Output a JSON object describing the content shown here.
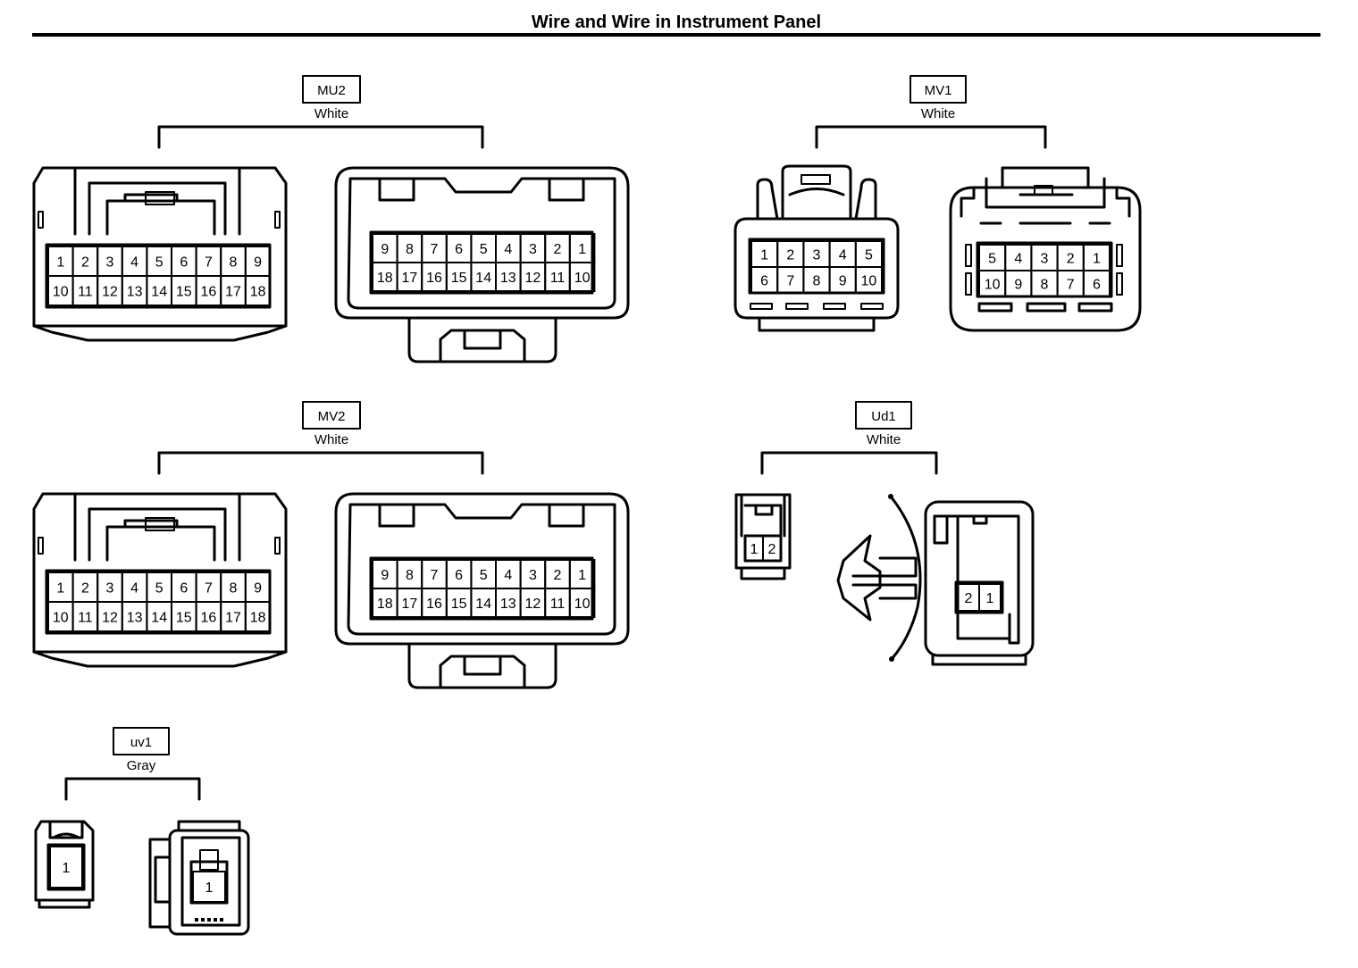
{
  "title": "Wire and Wire in Instrument Panel",
  "connectors": {
    "mu2": {
      "code": "MU2",
      "color": "White",
      "female_rows": [
        [
          "1",
          "2",
          "3",
          "4",
          "5",
          "6",
          "7",
          "8",
          "9"
        ],
        [
          "10",
          "11",
          "12",
          "13",
          "14",
          "15",
          "16",
          "17",
          "18"
        ]
      ],
      "male_rows": [
        [
          "9",
          "8",
          "7",
          "6",
          "5",
          "4",
          "3",
          "2",
          "1"
        ],
        [
          "18",
          "17",
          "16",
          "15",
          "14",
          "13",
          "12",
          "11",
          "10"
        ]
      ]
    },
    "mv1": {
      "code": "MV1",
      "color": "White",
      "female_rows": [
        [
          "1",
          "2",
          "3",
          "4",
          "5"
        ],
        [
          "6",
          "7",
          "8",
          "9",
          "10"
        ]
      ],
      "male_rows": [
        [
          "5",
          "4",
          "3",
          "2",
          "1"
        ],
        [
          "10",
          "9",
          "8",
          "7",
          "6"
        ]
      ]
    },
    "mv2": {
      "code": "MV2",
      "color": "White",
      "female_rows": [
        [
          "1",
          "2",
          "3",
          "4",
          "5",
          "6",
          "7",
          "8",
          "9"
        ],
        [
          "10",
          "11",
          "12",
          "13",
          "14",
          "15",
          "16",
          "17",
          "18"
        ]
      ],
      "male_rows": [
        [
          "9",
          "8",
          "7",
          "6",
          "5",
          "4",
          "3",
          "2",
          "1"
        ],
        [
          "18",
          "17",
          "16",
          "15",
          "14",
          "13",
          "12",
          "11",
          "10"
        ]
      ]
    },
    "ud1": {
      "code": "Ud1",
      "color": "White",
      "female_rows": [
        [
          "1",
          "2"
        ]
      ],
      "male_rows": [
        [
          "2",
          "1"
        ]
      ]
    },
    "uv1": {
      "code": "uv1",
      "color": "Gray",
      "female_rows": [
        [
          "1"
        ]
      ],
      "male_rows": [
        [
          "1"
        ]
      ]
    }
  }
}
